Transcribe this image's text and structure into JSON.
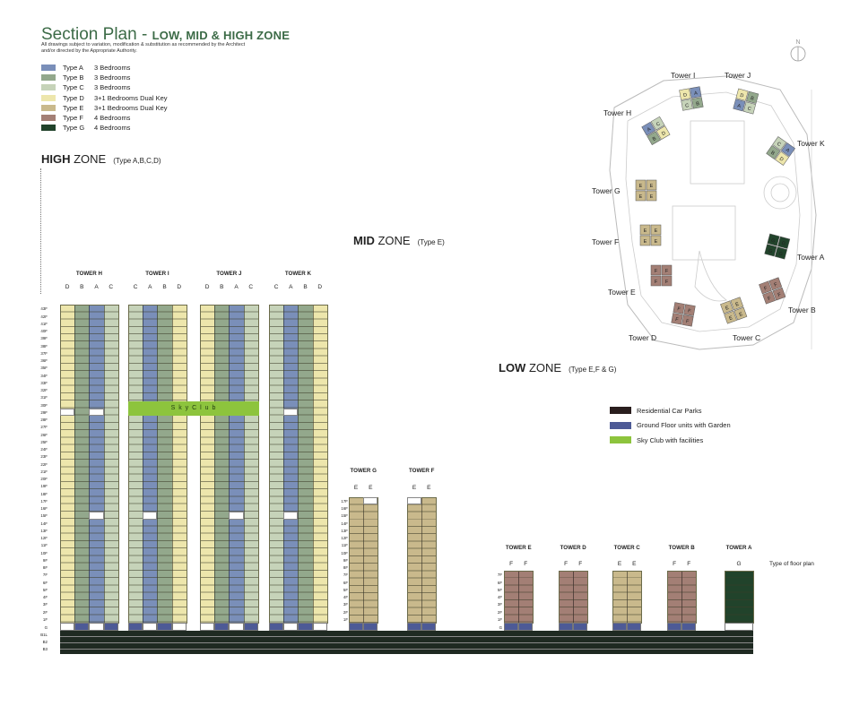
{
  "header": {
    "title_main": "Section Plan",
    "title_sep": " - ",
    "title_zone": "LOW, MID & HIGH ZONE",
    "disclaimer": "All drawings subject to variation, modification & substitution as recommended by the Architect and/or directed by the Appropriate Authority."
  },
  "legend": [
    {
      "type": "Type A",
      "desc": "3 Bedrooms",
      "color": "#7a8fb9"
    },
    {
      "type": "Type B",
      "desc": "3 Bedrooms",
      "color": "#93a88c"
    },
    {
      "type": "Type C",
      "desc": "3 Bedrooms",
      "color": "#c6d3b9"
    },
    {
      "type": "Type D",
      "desc": "3+1 Bedrooms Dual Key",
      "color": "#ede6ac"
    },
    {
      "type": "Type E",
      "desc": "3+1 Bedrooms Dual Key",
      "color": "#c9b98c"
    },
    {
      "type": "Type F",
      "desc": "4 Bedrooms",
      "color": "#a37f75"
    },
    {
      "type": "Type G",
      "desc": "4 Bedrooms",
      "color": "#21432b"
    }
  ],
  "zones": {
    "high": {
      "bold": "HIGH",
      "rest": " ZONE",
      "note": "(Type A,B,C,D)"
    },
    "mid": {
      "bold": "MID",
      "rest": " ZONE",
      "note": "(Type E)"
    },
    "low": {
      "bold": "LOW",
      "rest": " ZONE",
      "note": "(Type E,F & G)"
    }
  },
  "sky_club_label": "S k y   C l u b",
  "floors_high": [
    "43F",
    "42F",
    "41F",
    "40F",
    "39F",
    "38F",
    "37F",
    "36F",
    "35F",
    "34F",
    "33F",
    "32F",
    "31F",
    "30F",
    "29F",
    "28F",
    "27F",
    "26F",
    "25F",
    "24F",
    "23F",
    "22F",
    "21F",
    "20F",
    "19F",
    "18F",
    "17F",
    "16F",
    "15F",
    "14F",
    "13F",
    "12F",
    "11F",
    "10F",
    "9F",
    "8F",
    "7F",
    "6F",
    "5F",
    "4F",
    "3F",
    "2F",
    "1F"
  ],
  "floors_mid": [
    "17F",
    "16F",
    "15F",
    "14F",
    "13F",
    "12F",
    "11F",
    "10F",
    "9F",
    "8F",
    "7F",
    "6F",
    "5F",
    "4F",
    "3F",
    "2F",
    "1F"
  ],
  "floors_low": [
    "7F",
    "6F",
    "5F",
    "4F",
    "3F",
    "2F",
    "1F"
  ],
  "basement_labels": [
    "G",
    "B1L",
    "B2",
    "B3"
  ],
  "towers_high": [
    {
      "name": "TOWER H",
      "units": [
        "D",
        "B",
        "A",
        "C"
      ]
    },
    {
      "name": "TOWER I",
      "units": [
        "C",
        "A",
        "B",
        "D"
      ]
    },
    {
      "name": "TOWER J",
      "units": [
        "D",
        "B",
        "A",
        "C"
      ]
    },
    {
      "name": "TOWER K",
      "units": [
        "C",
        "A",
        "B",
        "D"
      ]
    }
  ],
  "towers_mid": [
    {
      "name": "TOWER G",
      "units": [
        "E",
        "E"
      ]
    },
    {
      "name": "TOWER F",
      "units": [
        "E",
        "E"
      ]
    }
  ],
  "towers_low": [
    {
      "name": "TOWER E",
      "units": [
        "F",
        "F"
      ]
    },
    {
      "name": "TOWER D",
      "units": [
        "F",
        "F"
      ]
    },
    {
      "name": "TOWER C",
      "units": [
        "E",
        "E"
      ]
    },
    {
      "name": "TOWER B",
      "units": [
        "F",
        "F"
      ]
    },
    {
      "name": "TOWER A",
      "units": [
        "G"
      ]
    }
  ],
  "type_of_floor_plan": "Type of floor plan",
  "key": [
    {
      "label": "Residential Car Parks",
      "color": "#2a1e1e"
    },
    {
      "label": "Ground Floor units with Garden",
      "color": "#4d5a96"
    },
    {
      "label": "Sky Club with facilities",
      "color": "#8dc43d"
    }
  ],
  "site_plan": {
    "north": "N",
    "towers": [
      "Tower I",
      "Tower J",
      "Tower H",
      "Tower K",
      "Tower G",
      "Tower F",
      "Tower A",
      "Tower E",
      "Tower B",
      "Tower D",
      "Tower C"
    ]
  }
}
